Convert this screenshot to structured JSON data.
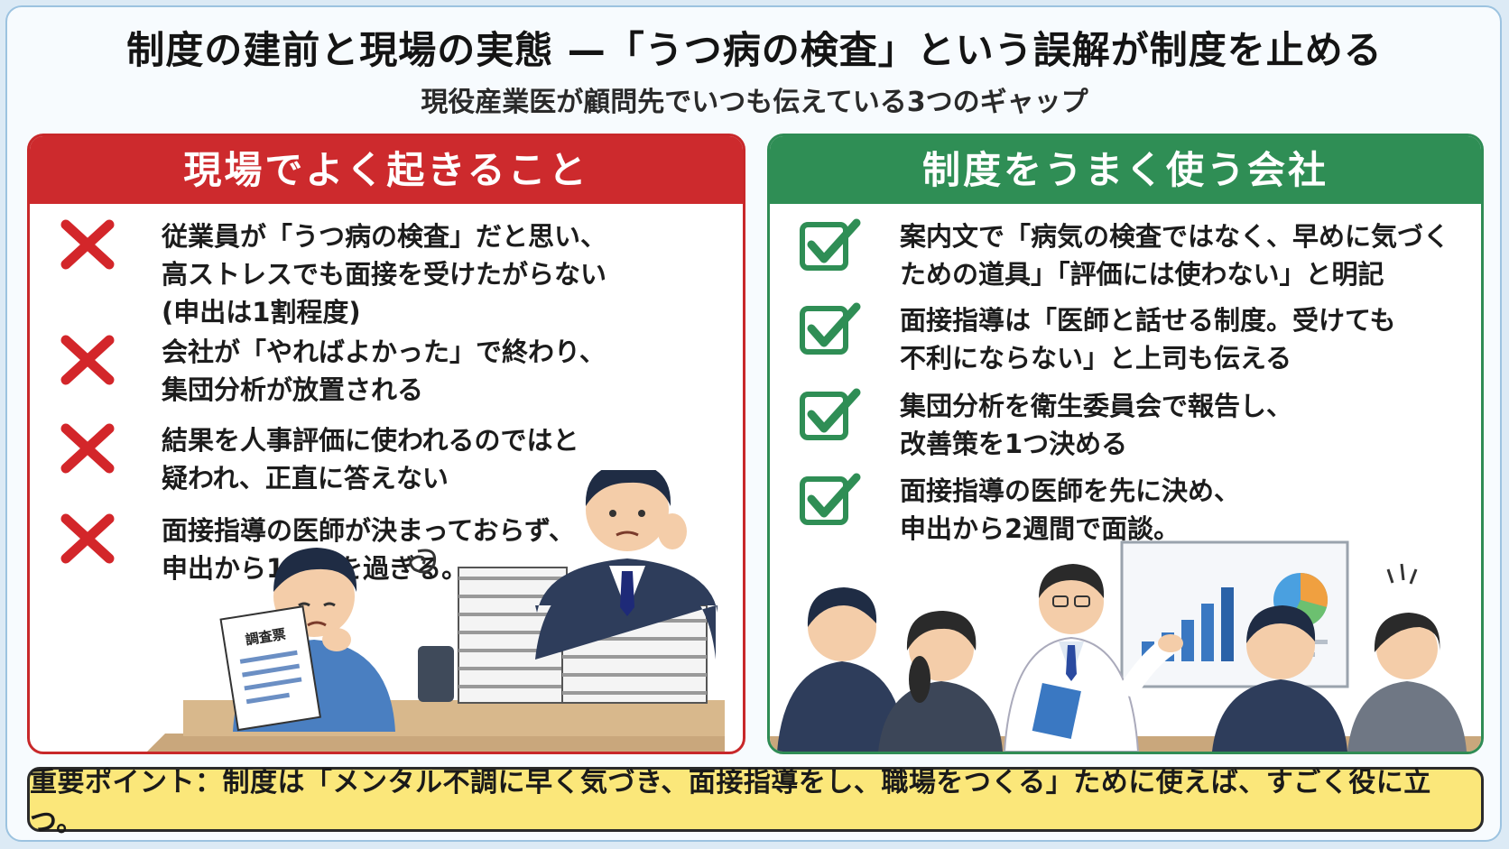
{
  "header": {
    "title": "制度の建前と現場の実態 —「うつ病の検査」という誤解が制度を止める",
    "subtitle": "現役産業医が顧問先でいつも伝えている3つのギャップ"
  },
  "left_panel": {
    "heading": "現場でよく起きること",
    "accent": "#cd2a2d",
    "mark_icon": "cross-icon",
    "items": [
      {
        "text": "従業員が「うつ病の検査」だと思い、\n高ストレスでも面接を受けたがらない\n(申出は1割程度)"
      },
      {
        "text": "会社が「やればよかった」で終わり、\n集団分析が放置される"
      },
      {
        "text": "結果を人事評価に使われるのではと\n疑われ、正直に答えない"
      },
      {
        "text": "面接指導の医師が決まっておらず、\n申出から1か月を過ぎる。"
      }
    ],
    "illustration": {
      "document_label": "調査票"
    }
  },
  "right_panel": {
    "heading": "制度をうまく使う会社",
    "accent": "#2f8e55",
    "mark_icon": "check-icon",
    "items": [
      {
        "text": "案内文で「病気の検査ではなく、早めに気づく\nための道具」「評価には使わない」と明記"
      },
      {
        "text": "面接指導は「医師と話せる制度。受けても\n不利にならない」と上司も伝える"
      },
      {
        "text": "集団分析を衛生委員会で報告し、\n改善策を1つ決める"
      },
      {
        "text": "面接指導の医師を先に決め、\n申出から2週間で面談。"
      }
    ]
  },
  "footer": {
    "point": "重要ポイント：制度は「メンタル不調に早く気づき、面接指導をし、職場をつくる」ために使えば、すごく役に立つ。"
  }
}
